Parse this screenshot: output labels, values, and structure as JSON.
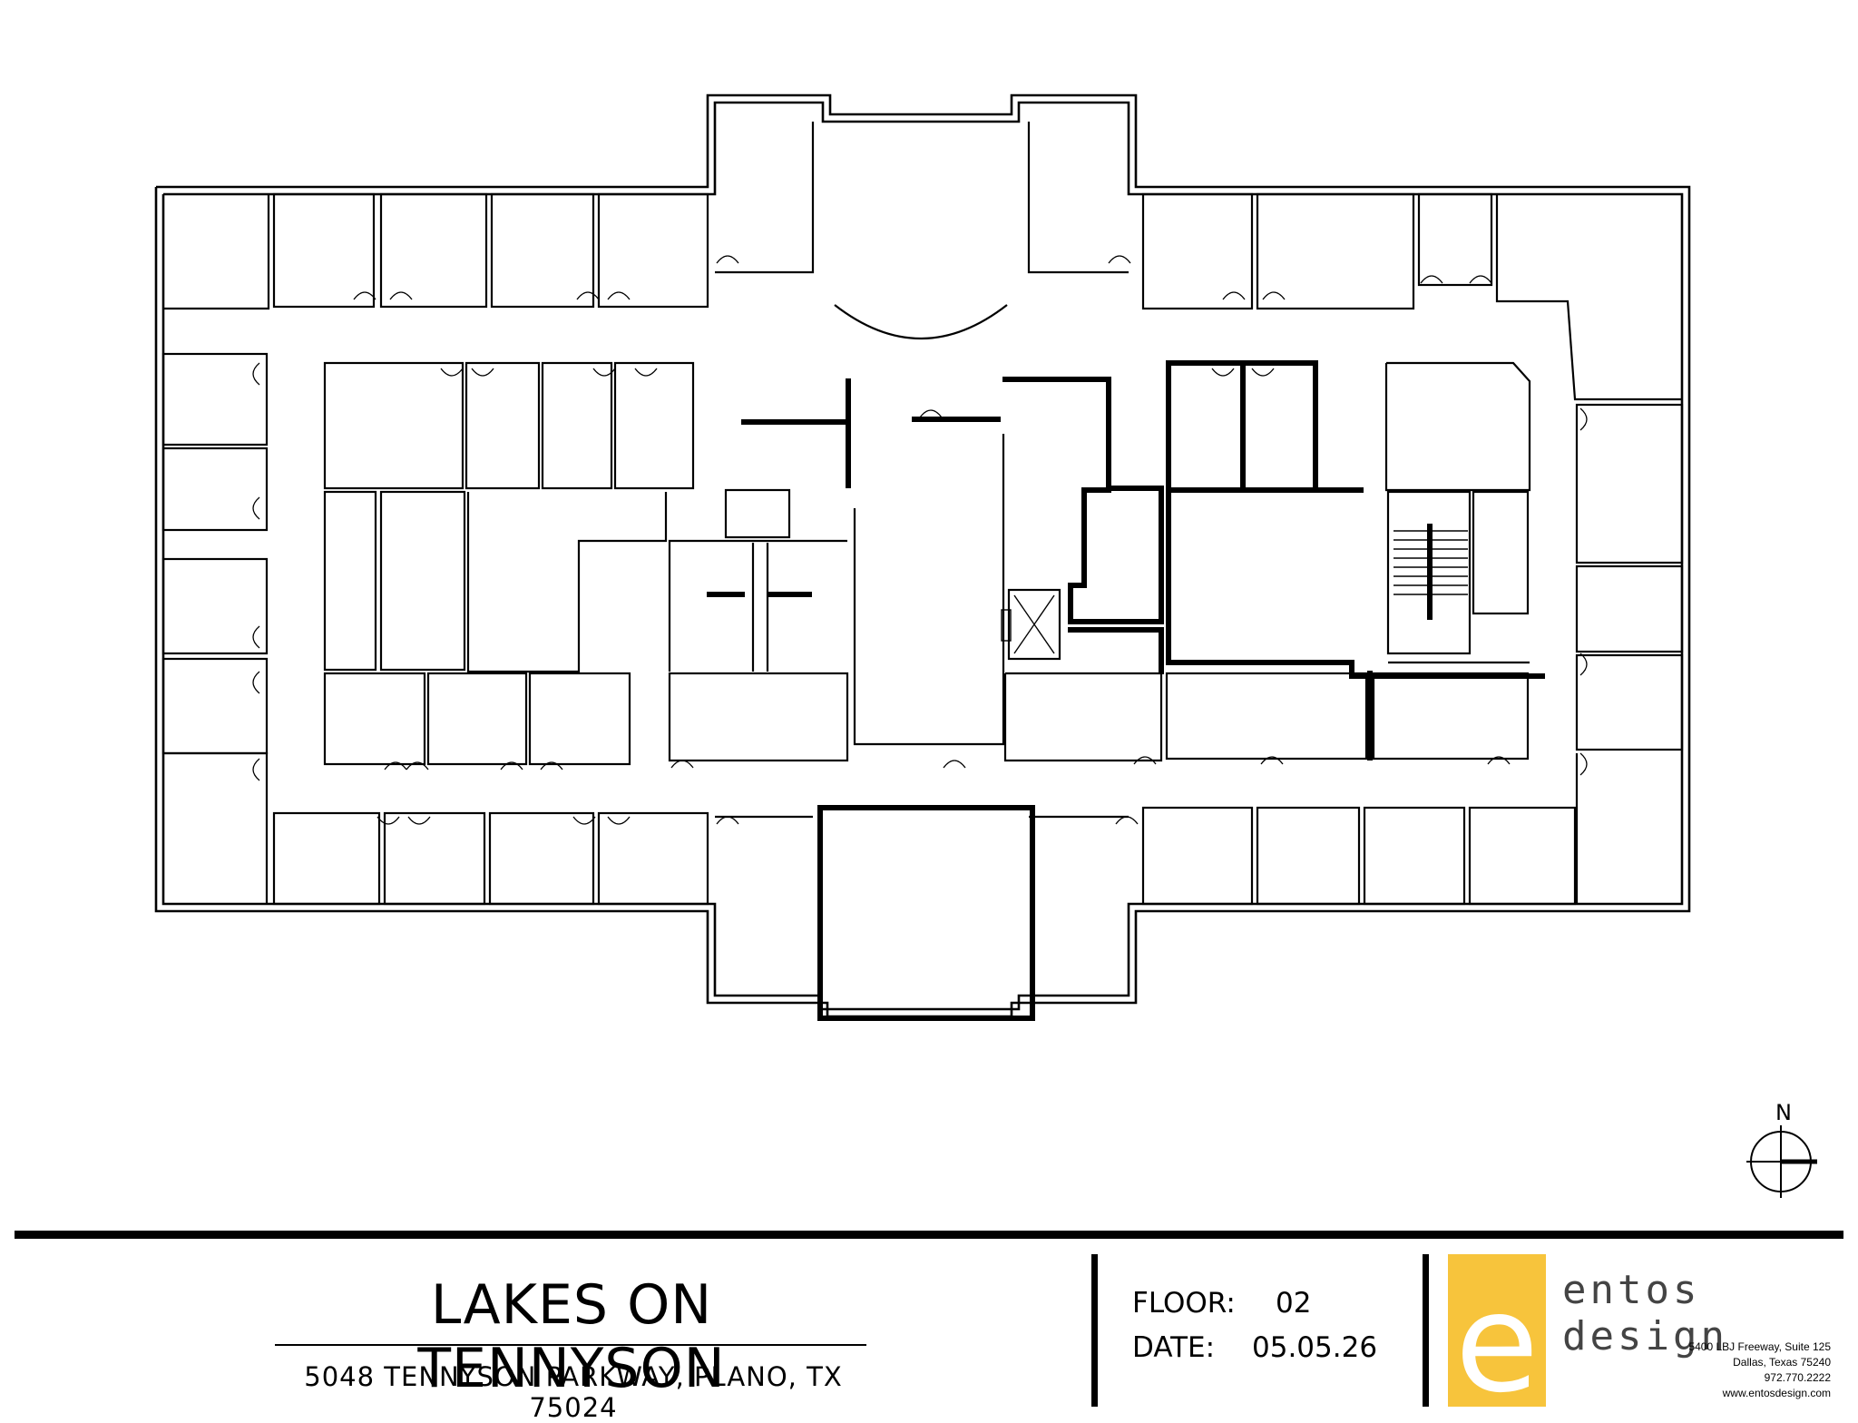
{
  "plan": {
    "title": "LAKES ON TENNYSON",
    "address": "5048 TENNYSON PARKWAY, PLANO, TX 75024"
  },
  "sheet": {
    "floor_label": "FLOOR:",
    "floor_value": "02",
    "date_label": "DATE:",
    "date_value": "05.05.26"
  },
  "compass": {
    "north_label": "N",
    "icon": "north-arrow-icon"
  },
  "firm": {
    "name": "entos design",
    "logo_letter": "e",
    "logo_color": "#F7C43C",
    "address_lines": [
      "5400 LBJ Freeway, Suite 125",
      "Dallas, Texas 75240",
      "972.770.2222",
      "www.entosdesign.com"
    ]
  }
}
